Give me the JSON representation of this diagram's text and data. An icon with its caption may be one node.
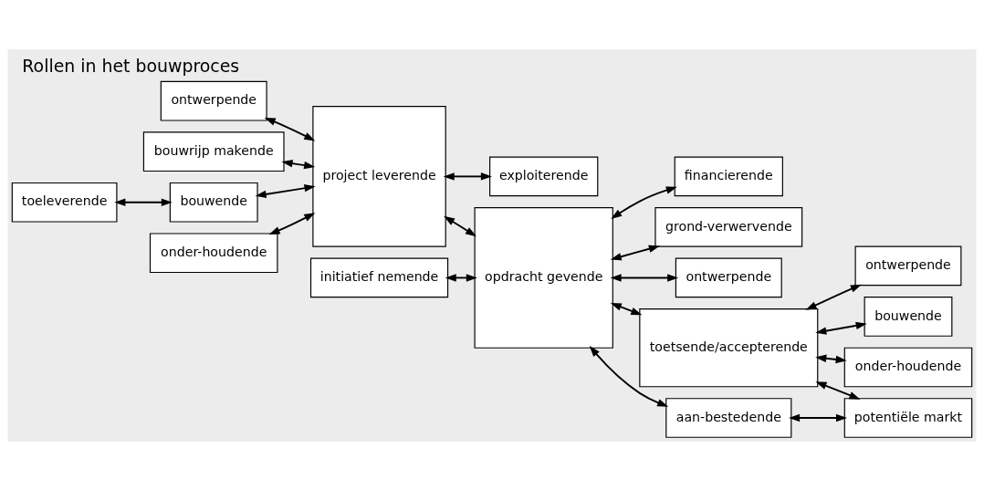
{
  "diagram": {
    "title": "Rollen in het bouwproces",
    "nodes": [
      {
        "text": [
          "ontwerpende"
        ]
      },
      {
        "text": [
          "bouwrijp makende"
        ]
      },
      {
        "text": [
          "toeleverende"
        ]
      },
      {
        "text": [
          "bouwende"
        ]
      },
      {
        "text": [
          "onder-houdende"
        ]
      },
      {
        "text": [
          "project leverende"
        ]
      },
      {
        "text": [
          "exploiterende"
        ]
      },
      {
        "text": [
          "initiatief nemende"
        ]
      },
      {
        "text": [
          "opdracht gevende"
        ]
      },
      {
        "text": [
          "financierende"
        ]
      },
      {
        "text": [
          "grond-verwervende"
        ]
      },
      {
        "text": [
          "ontwerpende"
        ]
      },
      {
        "text": [
          "toetsende/accepterende"
        ]
      },
      {
        "text": [
          "ontwerpende"
        ]
      },
      {
        "text": [
          "bouwende"
        ]
      },
      {
        "text": [
          "onder-houdende"
        ]
      },
      {
        "text": [
          "aan-bestedende"
        ]
      },
      {
        "text": [
          "potentiële markt"
        ]
      }
    ],
    "edges": [
      {
        "from": 0,
        "to": 5,
        "arrow": "both"
      },
      {
        "from": 1,
        "to": 5,
        "arrow": "both"
      },
      {
        "from": 2,
        "to": 3,
        "arrow": "both"
      },
      {
        "from": 3,
        "to": 5,
        "arrow": "both"
      },
      {
        "from": 4,
        "to": 5,
        "arrow": "both"
      },
      {
        "from": 5,
        "to": 6,
        "arrow": "both"
      },
      {
        "from": 5,
        "to": 8,
        "arrow": "both"
      },
      {
        "from": 7,
        "to": 8,
        "arrow": "both"
      },
      {
        "from": 8,
        "to": 9,
        "arrow": "both"
      },
      {
        "from": 8,
        "to": 10,
        "arrow": "both"
      },
      {
        "from": 8,
        "to": 11,
        "arrow": "both"
      },
      {
        "from": 8,
        "to": 12,
        "arrow": "both"
      },
      {
        "from": 12,
        "to": 13,
        "arrow": "both"
      },
      {
        "from": 12,
        "to": 14,
        "arrow": "both"
      },
      {
        "from": 12,
        "to": 15,
        "arrow": "both"
      },
      {
        "from": 8,
        "to": 16,
        "arrow": "both"
      },
      {
        "from": 12,
        "to": 17,
        "arrow": "both"
      },
      {
        "from": 16,
        "to": 17,
        "arrow": "both"
      }
    ]
  }
}
